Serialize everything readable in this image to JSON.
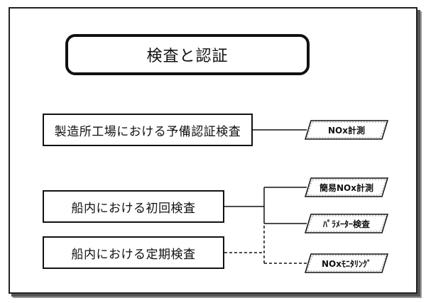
{
  "title": "検査と認証",
  "steps": {
    "factory": "製造所工場における予備認証検査",
    "initial": "船内における初回検査",
    "periodic": "船内における定期検査"
  },
  "methods": {
    "nox_measure": "NOx計測",
    "simple_nox": "簡易NOx計測",
    "parameter": "ﾊﾟﾗﾒｰﾀｰ検査",
    "monitoring": "NOxﾓﾆﾀﾘﾝｸﾞ"
  }
}
